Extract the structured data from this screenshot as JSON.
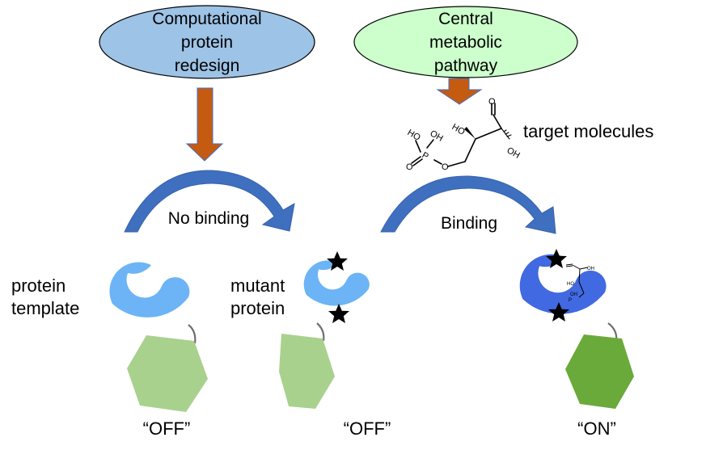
{
  "title": "Computational protein redesign of an allosteric protein switch for a central metabolic pathway target molecule",
  "colors": {
    "ellipse_left": "#9dc3e6",
    "ellipse_right": "#ccffcc",
    "down_arrow": "#c55a11",
    "arc_arrow": "#3a63ad",
    "protein_light": "#6cb4f5",
    "protein_bound": "#4169e1",
    "hexagon_off": "#a9d18e",
    "hexagon_on": "#6aaa3a",
    "linker": "#6f6f6f",
    "mutation_star": "#000000"
  },
  "sources": {
    "left": {
      "lines": [
        "Computational",
        "protein",
        "redesign"
      ]
    },
    "right": {
      "lines": [
        "Central",
        "metabolic",
        "pathway"
      ]
    }
  },
  "target": {
    "label": "target molecules",
    "atoms": {
      "o": "O",
      "oh": "OH",
      "ho": "HO",
      "p": "P"
    }
  },
  "transitions": [
    {
      "label": "No binding"
    },
    {
      "label": "Binding"
    }
  ],
  "proteins": [
    {
      "lines": [
        "protein",
        "template"
      ],
      "state": "“OFF”",
      "mutations": 0
    },
    {
      "lines": [
        "mutant",
        "protein"
      ],
      "state": "“OFF”",
      "mutations": 2
    },
    {
      "lines": [],
      "state": "“ON”",
      "mutations": 2,
      "ligand_bound": true
    }
  ]
}
